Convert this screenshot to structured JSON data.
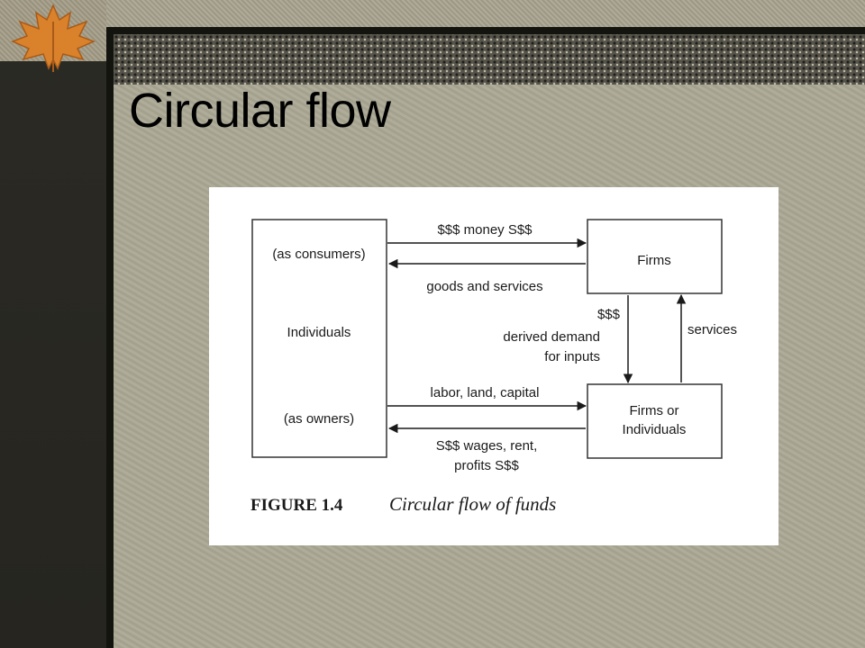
{
  "slide": {
    "title": "Circular flow"
  },
  "figure": {
    "boxes": {
      "individuals": {
        "top_label": "(as consumers)",
        "middle_label": "Individuals",
        "bottom_label": "(as owners)"
      },
      "firms": {
        "label": "Firms"
      },
      "firms_or_individuals": {
        "line1": "Firms or",
        "line2": "Individuals"
      }
    },
    "flows": {
      "money_to_firms": "$$$ money S$$",
      "goods_services": "goods and services",
      "dollars_down": "$$$",
      "derived_demand_1": "derived demand",
      "derived_demand_2": "for inputs",
      "services_up": "services",
      "labor_land_capital": "labor, land, capital",
      "wages_1": "S$$ wages, rent,",
      "wages_2": "profits S$$"
    },
    "caption": {
      "number": "FIGURE 1.4",
      "text": "Circular flow of funds"
    }
  },
  "colors": {
    "background": "#a9a592",
    "dark_column": "#2b2a24",
    "figure_background": "#ffffff",
    "ink": "#1a1a1a",
    "leaf": "#d9822b"
  }
}
